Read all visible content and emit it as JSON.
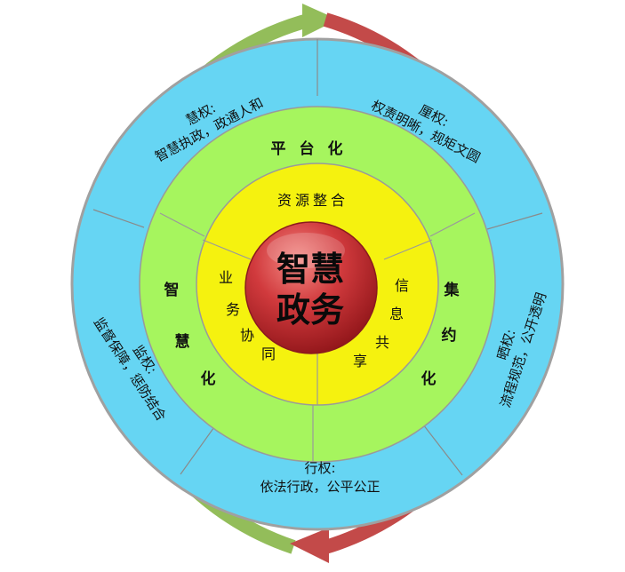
{
  "colors": {
    "outer_ring": "#66d5f3",
    "green_ring": "#a6f55e",
    "yellow_ring": "#f5f20f",
    "core": "#c8262c",
    "arrow_green": "#93bd5a",
    "arrow_red": "#c34a49",
    "divider": "#8a8a8a",
    "border": "#a0a0a0"
  },
  "center": {
    "line1": "智慧",
    "line2": "政务"
  },
  "outer_ring": {
    "top_left": {
      "line1": "慧权:",
      "line2": "智慧执政，政通人和"
    },
    "top_right": {
      "line1": "厘权:",
      "line2": "权责明晰，规矩文圆"
    },
    "right": {
      "line1": "晒权:",
      "line2": "流程规范，公开透明"
    },
    "bottom": {
      "line1": "行权:",
      "line2": "依法行政，公平公正"
    },
    "left": {
      "line1": "监权:",
      "line2": "监督保障，惩防结合"
    }
  },
  "green_ring": {
    "top": [
      "平",
      "台",
      "化"
    ],
    "right": [
      "集",
      "约",
      "化"
    ],
    "left": [
      "智",
      "慧",
      "化"
    ]
  },
  "yellow_ring": {
    "top": "资源整合",
    "right": [
      "信",
      "息",
      "共",
      "享"
    ],
    "left": [
      "业",
      "务",
      "协",
      "同"
    ]
  }
}
